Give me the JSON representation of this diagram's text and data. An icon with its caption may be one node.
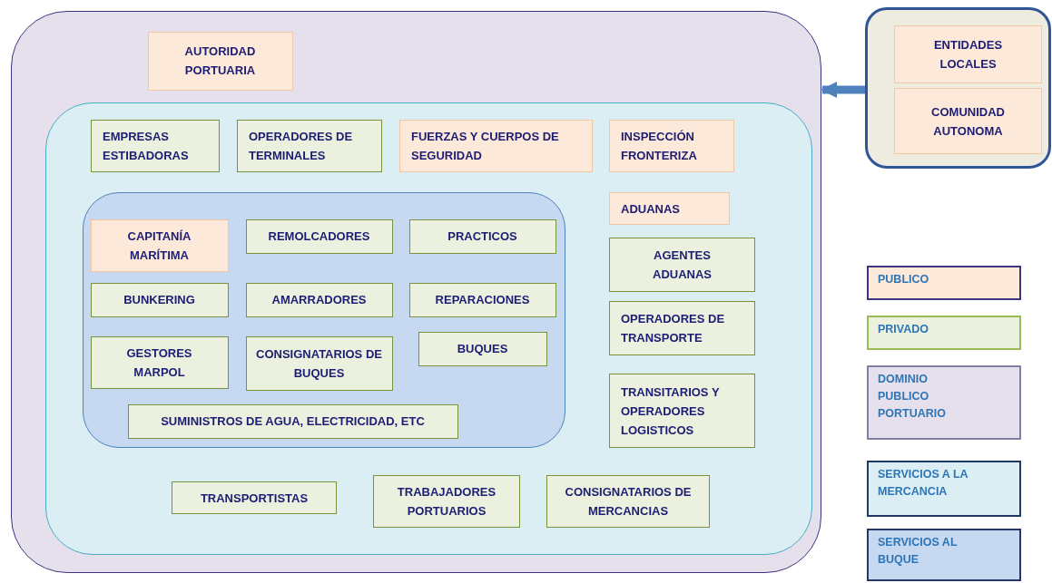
{
  "diagram": {
    "nodes": [
      {
        "text": [],
        "shape": "box"
      },
      {
        "text": [
          "AUTORIDAD PORTUARIA"
        ],
        "in": 0
      },
      {
        "text": [],
        "shape": "box",
        "in": 0
      },
      {
        "text": [
          "EMPRESAS ESTIBADORAS"
        ],
        "in": 2
      },
      {
        "text": [
          "OPERADORES DE TERMINALES"
        ],
        "in": 2
      },
      {
        "text": [
          "FUERZAS Y CUERPOS DE SEGURIDAD"
        ],
        "in": 2
      },
      {
        "text": [
          "INSPECCIÓN FRONTERIZA"
        ],
        "in": 2
      },
      {
        "text": [],
        "shape": "box",
        "in": 2
      },
      {
        "text": [
          "CAPITANÍA MARÍTIMA"
        ],
        "in": 7
      },
      {
        "text": [
          "REMOLCADORES"
        ],
        "in": 7
      },
      {
        "text": [
          "PRACTICOS"
        ],
        "in": 7
      },
      {
        "text": [
          "BUNKERING"
        ],
        "in": 7
      },
      {
        "text": [
          "AMARRADORES"
        ],
        "in": 7
      },
      {
        "text": [
          "REPARACIONES"
        ],
        "in": 7
      },
      {
        "text": [
          "GESTORES MARPOL"
        ],
        "in": 7
      },
      {
        "text": [
          "CONSIGNATARIOS DE BUQUES"
        ],
        "in": 7
      },
      {
        "text": [
          "BUQUES"
        ],
        "in": 7
      },
      {
        "text": [
          "SUMINISTROS DE AGUA, ELECTRICIDAD, ETC"
        ],
        "in": 7
      },
      {
        "text": [
          "ADUANAS"
        ],
        "in": 2
      },
      {
        "text": [
          "AGENTES ADUANAS"
        ],
        "in": 2
      },
      {
        "text": [
          "OPERADORES DE TRANSPORTE"
        ],
        "in": 2
      },
      {
        "text": [
          "TRANSITARIOS Y OPERADORES LOGISTICOS"
        ],
        "in": 2
      },
      {
        "text": [
          "TRANSPORTISTAS"
        ],
        "in": 2
      },
      {
        "text": [
          "TRABAJADORES PORTUARIOS"
        ],
        "in": 2
      },
      {
        "text": [
          "CONSIGNATARIOS DE MERCANCIAS"
        ],
        "in": 2
      },
      {
        "text": [],
        "shape": "box"
      },
      {
        "text": [
          "ENTIDADES LOCALES"
        ],
        "in": 25
      },
      {
        "text": [
          "COMUNIDAD AUTONOMA"
        ],
        "in": 25
      }
    ],
    "edges": [
      {
        "from": 25,
        "to": 0,
        "arrow": "to"
      }
    ],
    "legend": [
      {
        "text": "PUBLICO",
        "color": "#fde9d9"
      },
      {
        "text": "PRIVADO",
        "color": "#ebf1de"
      },
      {
        "text": "DOMINIO PUBLICO PORTUARIO",
        "color": "#e6e0ec"
      },
      {
        "text": "SERVICIOS A LA MERCANCIA",
        "color": "#dbeef4"
      },
      {
        "text": "SERVICIOS AL BUQUE",
        "color": "#c6d9f1"
      }
    ]
  }
}
